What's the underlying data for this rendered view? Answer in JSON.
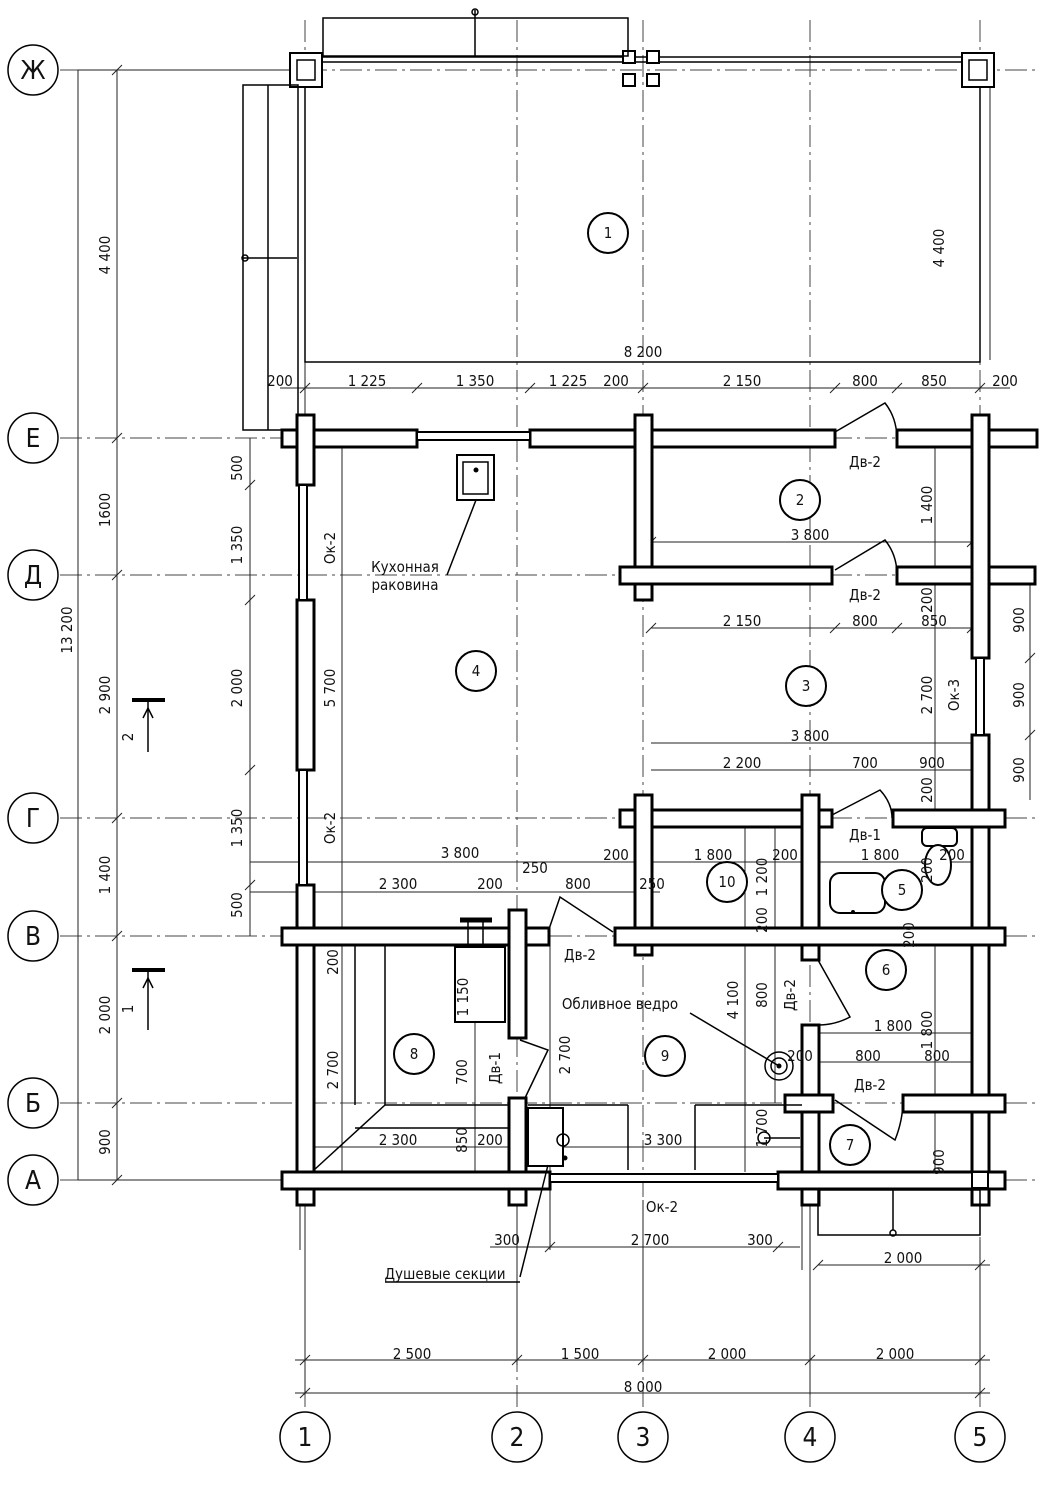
{
  "axes": {
    "letters": [
      "Ж",
      "Е",
      "Д",
      "Г",
      "В",
      "Б",
      "А"
    ],
    "numbers": [
      "1",
      "2",
      "3",
      "4",
      "5"
    ]
  },
  "rooms": [
    "1",
    "2",
    "3",
    "4",
    "5",
    "6",
    "7",
    "8",
    "9",
    "10"
  ],
  "labels": {
    "kitchen_sink_line1": "Кухонная",
    "kitchen_sink_line2": "раковина",
    "pour_bucket": "Обливное ведро",
    "shower_sections": "Душевые секции",
    "section_1": "1",
    "section_2": "2"
  },
  "dims": [
    "8 200",
    "200",
    "1 225",
    "1 350",
    "1 225",
    "200",
    "2 150",
    "800",
    "850",
    "200",
    "Дв-2",
    "3 800",
    "1 400",
    "Дв-2",
    "200",
    "2 150",
    "800",
    "850",
    "900",
    "900",
    "900",
    "2 700",
    "Ок-3",
    "3 800",
    "2 200",
    "700",
    "900",
    "200",
    "Дв-1",
    "1 800",
    "200",
    "1 800",
    "200",
    "3 800",
    "200",
    "2 300",
    "200",
    "250",
    "800",
    "250",
    "1 200",
    "200",
    "200",
    "Дв-2",
    "1 150",
    "200",
    "4 100",
    "800",
    "Дв-2",
    "1 800",
    "1 800",
    "200",
    "800",
    "800",
    "Дв-2",
    "2 700",
    "700",
    "Дв-1",
    "2 700",
    "1 700",
    "2 300",
    "850",
    "200",
    "3 300",
    "900",
    "Ок-2",
    "300",
    "2 700",
    "300",
    "2 000",
    "2 500",
    "1 500",
    "2 000",
    "2 000",
    "8 000",
    "4 400",
    "13 200",
    "1600",
    "2 900",
    "1 400",
    "2 000",
    "900",
    "500",
    "1 350",
    "2 000",
    "1 350",
    "500",
    "Ок-2",
    "5 700",
    "Ок-2",
    "4 400",
    "200"
  ]
}
